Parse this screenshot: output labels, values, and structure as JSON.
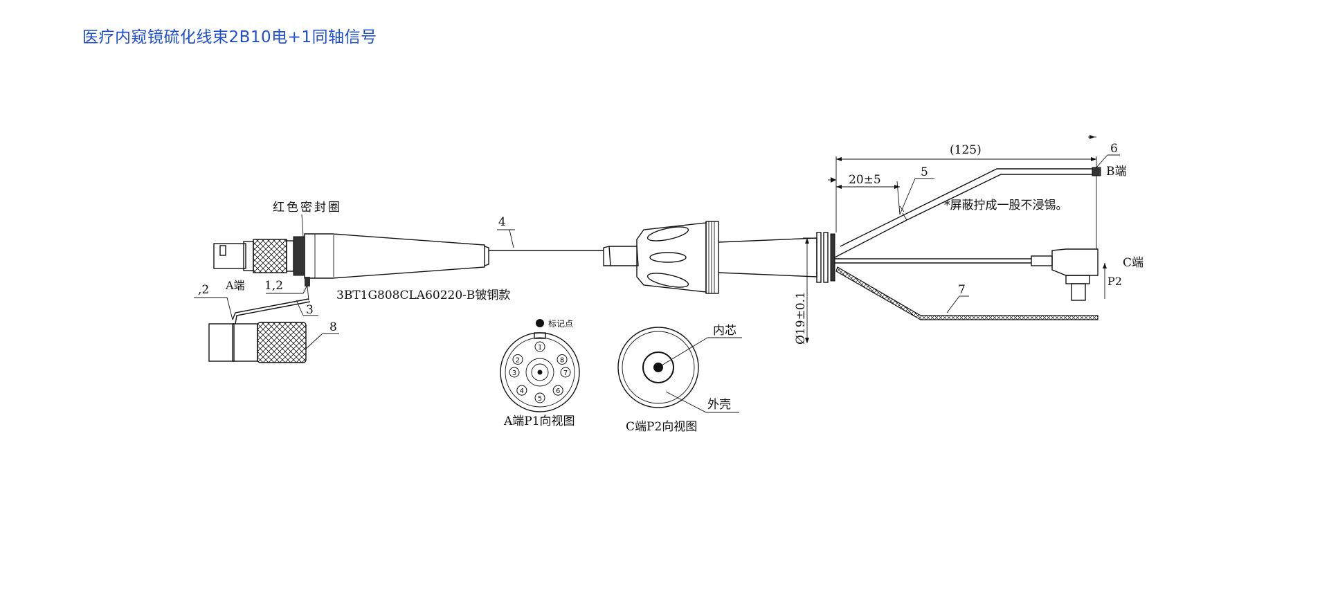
{
  "title": "医疗内窥镜硫化线束2B10电+1同轴信号",
  "colors": {
    "title": "#1f4ed8",
    "line": "#111111"
  },
  "labels": {
    "red_seal": "红色密封圈",
    "a_end": "A端",
    "b_end": "B端",
    "c_end": "C端",
    "part_number": "3BT1G808CLA60220-B铍铜款",
    "shield_note": "*屏蔽拧成一股不浸锡。",
    "a_view": "A端P1向视图",
    "c_view": "C端P2向视图",
    "inner_core": "内芯",
    "outer_shell": "外壳",
    "marker_point": "标记点",
    "p2": "P2"
  },
  "callouts": {
    "c1_2": "1,2",
    "c2": ",2",
    "c3": "3",
    "c4": "4",
    "c5": "5",
    "c6": "6",
    "c7": "7",
    "c8": "8"
  },
  "dimensions": {
    "length_total": "(125)",
    "strip_length": "20±5",
    "diameter": "Ø19±0.1"
  },
  "pins": [
    "1",
    "2",
    "3",
    "4",
    "5",
    "6",
    "7",
    "8"
  ]
}
